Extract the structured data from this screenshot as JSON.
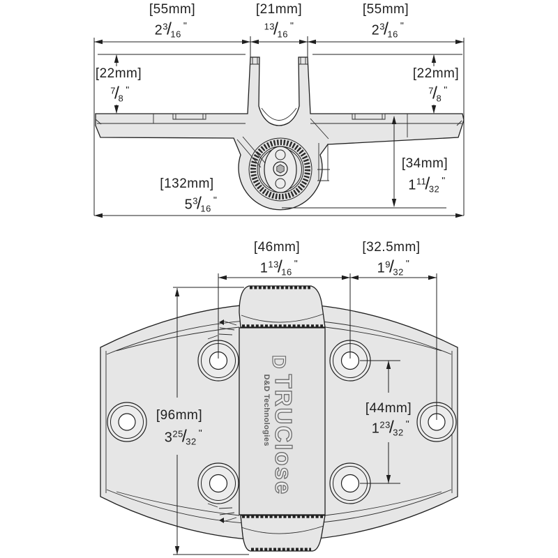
{
  "colors": {
    "background": "#ffffff",
    "line": "#1f1f1f",
    "metal_fill": "#e6e6e6",
    "knurl": "#2b2b2b",
    "brand_outline": "#6b6b6b"
  },
  "glyphs": {
    "slash": "/",
    "inch": "\""
  },
  "top_view": {
    "dims": {
      "width_left": {
        "metric": "[55mm]",
        "whole": "2",
        "num": "3",
        "den": "16"
      },
      "width_center": {
        "metric": "[21mm]",
        "whole": "",
        "num": "13",
        "den": "16"
      },
      "width_right": {
        "metric": "[55mm]",
        "whole": "2",
        "num": "3",
        "den": "16"
      },
      "height_left": {
        "metric": "[22mm]",
        "whole": "",
        "num": "7",
        "den": "8"
      },
      "height_right": {
        "metric": "[22mm]",
        "whole": "",
        "num": "7",
        "den": "8"
      },
      "barrel_height": {
        "metric": "[34mm]",
        "whole": "1",
        "num": "11",
        "den": "32"
      },
      "overall_width": {
        "metric": "[132mm]",
        "whole": "5",
        "num": "3",
        "den": "16"
      }
    }
  },
  "bottom_view": {
    "dims": {
      "hole_span_left": {
        "metric": "[46mm]",
        "whole": "1",
        "num": "13",
        "den": "16"
      },
      "hole_span_right": {
        "metric": "[32.5mm]",
        "whole": "1",
        "num": "9",
        "den": "32"
      },
      "plate_height": {
        "metric": "[96mm]",
        "whole": "3",
        "num": "25",
        "den": "32"
      },
      "hole_span_vertical": {
        "metric": "[44mm]",
        "whole": "1",
        "num": "23",
        "den": "32"
      }
    },
    "branding": {
      "logo": "D",
      "brand": "TRUClose",
      "company": "D&D Technologies"
    }
  }
}
